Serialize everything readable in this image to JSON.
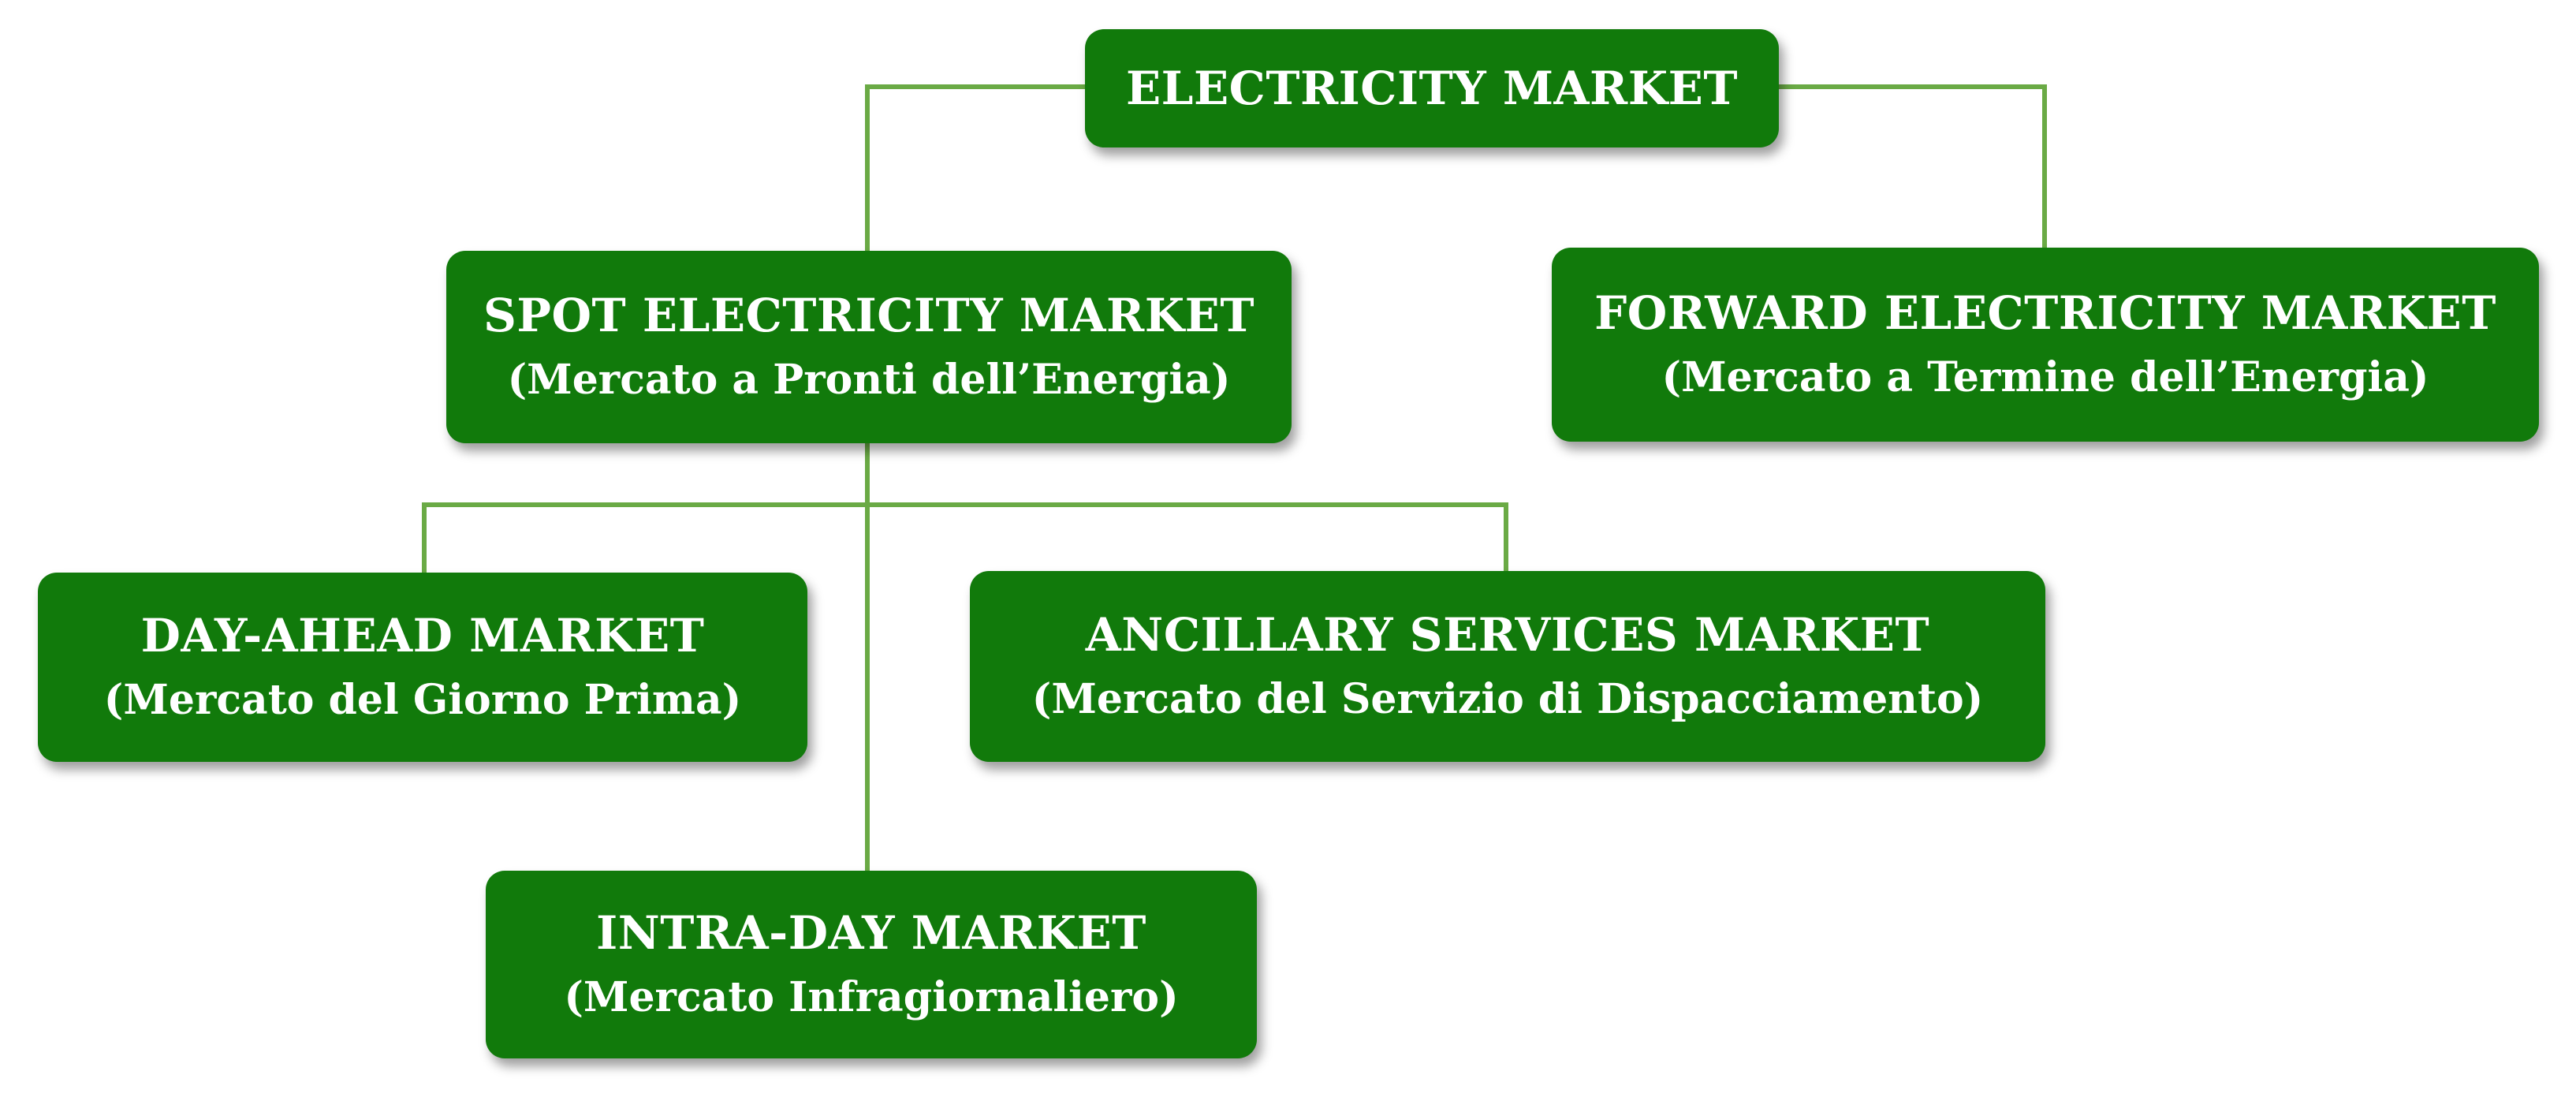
{
  "diagram": {
    "root": {
      "title": "ELECTRICITY MARKET"
    },
    "spot": {
      "title": "SPOT ELECTRICITY MARKET",
      "subtitle": "(Mercato a Pronti dell’Energia)"
    },
    "forward": {
      "title": "FORWARD ELECTRICITY MARKET",
      "subtitle": "(Mercato a Termine dell’Energia)"
    },
    "day_ahead": {
      "title": "DAY-AHEAD MARKET",
      "subtitle": "(Mercato del Giorno Prima)"
    },
    "ancillary": {
      "title": "ANCILLARY SERVICES MARKET",
      "subtitle": "(Mercato del Servizio di Dispacciamento)"
    },
    "intra_day": {
      "title": "INTRA-DAY MARKET",
      "subtitle": "(Mercato Infragiornaliero)"
    },
    "edges": [
      [
        "root",
        "spot"
      ],
      [
        "root",
        "forward"
      ],
      [
        "spot",
        "day_ahead"
      ],
      [
        "spot",
        "ancillary"
      ],
      [
        "spot",
        "intra_day"
      ]
    ]
  },
  "colors": {
    "node_fill": "#117a0b",
    "node_text": "#ffffff",
    "connector": "#6aaa45"
  }
}
